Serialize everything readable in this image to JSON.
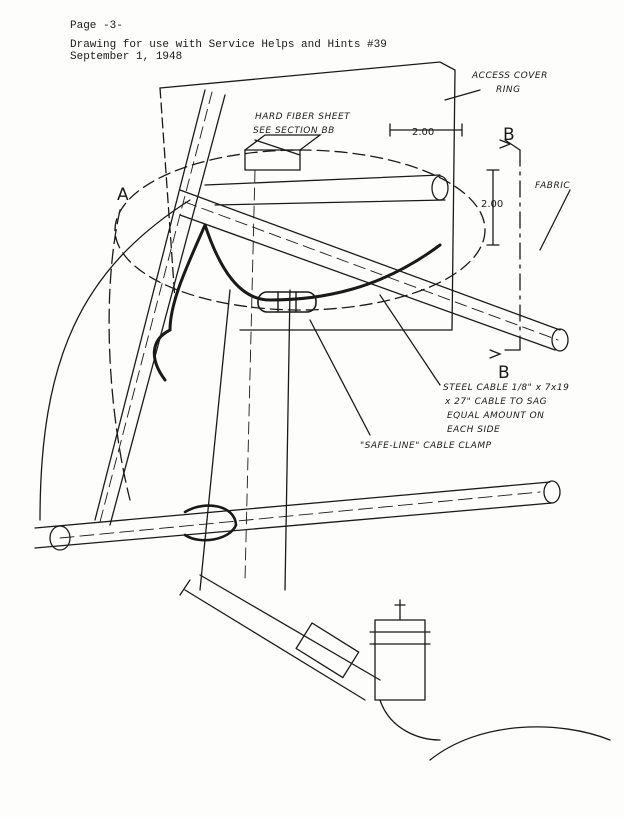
{
  "header": {
    "page_label": "Page -3-",
    "drawing_line": "Drawing for use with Service Helps and Hints #39",
    "date": "September 1, 1948"
  },
  "labels": {
    "access_cover_line1": "ACCESS COVER",
    "access_cover_line2": "RING",
    "hard_fiber_line1": "HARD FIBER SHEET",
    "hard_fiber_line2": "SEE SECTION BB",
    "dim_horizontal": "2.00",
    "dim_vertical": "2.00",
    "fabric": "FABRIC",
    "section_a": "A",
    "section_b_top": "B",
    "section_b_bottom": "B",
    "steel_cable_line1": "STEEL CABLE 1/8\" x 7x19",
    "steel_cable_line2": "x 27\" CABLE TO SAG",
    "steel_cable_line3": "EQUAL AMOUNT ON",
    "steel_cable_line4": "EACH SIDE",
    "cable_clamp": "\"SAFE-LINE\" CABLE CLAMP"
  }
}
